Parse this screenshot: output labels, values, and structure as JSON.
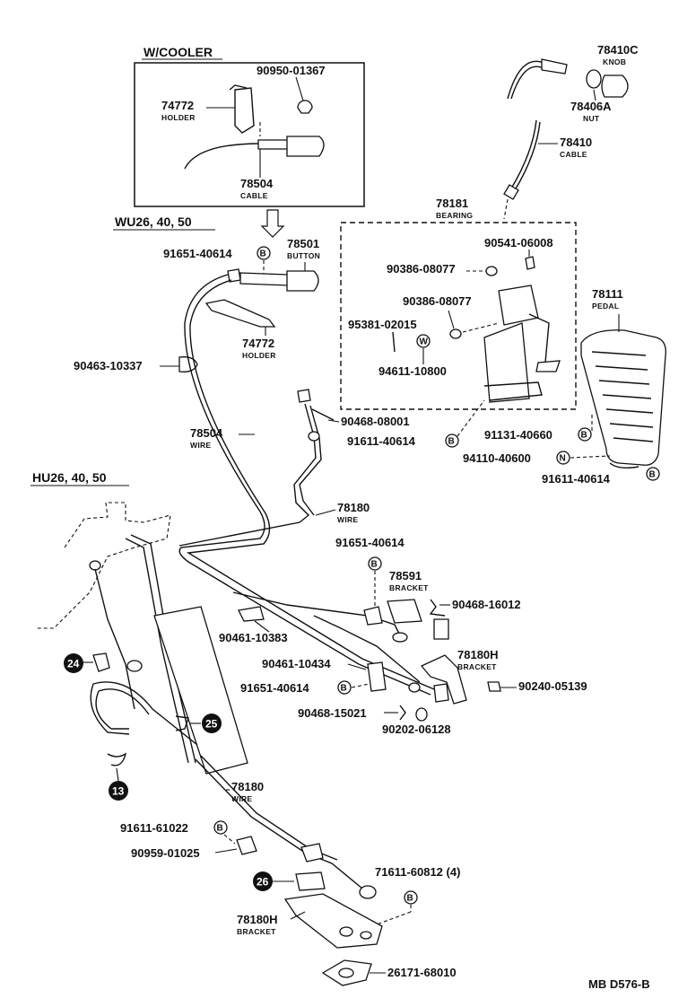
{
  "groups": {
    "cooler": "W/COOLER",
    "wu": "WU26, 40, 50",
    "hu": "HU26, 40, 50"
  },
  "parts": {
    "p_90950_01367": "90950-01367",
    "p_74772_top": "74772",
    "p_74772_top_desc": "HOLDER",
    "p_78504_top": "78504",
    "p_78504_top_desc": "CABLE",
    "p_78410C": "78410C",
    "p_78410C_desc": "KNOB",
    "p_78406A": "78406A",
    "p_78406A_desc": "NUT",
    "p_78410": "78410",
    "p_78410_desc": "CABLE",
    "p_78181": "78181",
    "p_78181_desc": "BEARING",
    "p_90541_06008": "90541-06008",
    "p_90386_08077a": "90386-08077",
    "p_90386_08077b": "90386-08077",
    "p_95381_02015": "95381-02015",
    "p_94611_10800": "94611-10800",
    "p_78111": "78111",
    "p_78111_desc": "PEDAL",
    "p_91651_40614a": "91651-40614",
    "p_78501": "78501",
    "p_78501_desc": "BUTTON",
    "p_74772_mid": "74772",
    "p_74772_mid_desc": "HOLDER",
    "p_90463_10337": "90463-10337",
    "p_90468_08001": "90468-08001",
    "p_78504_mid": "78504",
    "p_78504_mid_desc": "WIRE",
    "p_91611_40614a": "91611-40614",
    "p_91131_40660": "91131-40660",
    "p_94110_40600": "94110-40600",
    "p_91611_40614b": "91611-40614",
    "p_78180a": "78180",
    "p_78180a_desc": "WIRE",
    "p_91651_40614b": "91651-40614",
    "p_78591": "78591",
    "p_78591_desc": "BRACKET",
    "p_90468_16012": "90468-16012",
    "p_90461_10383": "90461-10383",
    "p_78180H_a": "78180H",
    "p_78180H_a_desc": "BRACKET",
    "p_90461_10434": "90461-10434",
    "p_91651_40614c": "91651-40614",
    "p_90240_05139": "90240-05139",
    "p_90468_15021": "90468-15021",
    "p_90202_06128": "90202-06128",
    "p_78180b": "78180",
    "p_78180b_desc": "WIRE",
    "p_91611_61022": "91611-61022",
    "p_90959_01025": "90959-01025",
    "p_71611_60812": "71611-60812 (4)",
    "p_78180H_b": "78180H",
    "p_78180H_b_desc": "BRACKET",
    "p_26171_68010": "26171-68010"
  },
  "codes": {
    "b": "B",
    "w": "W",
    "n": "N",
    "c24": "24",
    "c25": "25",
    "c13": "13",
    "c26": "26"
  },
  "footer": {
    "ref": "MB D576-B"
  }
}
